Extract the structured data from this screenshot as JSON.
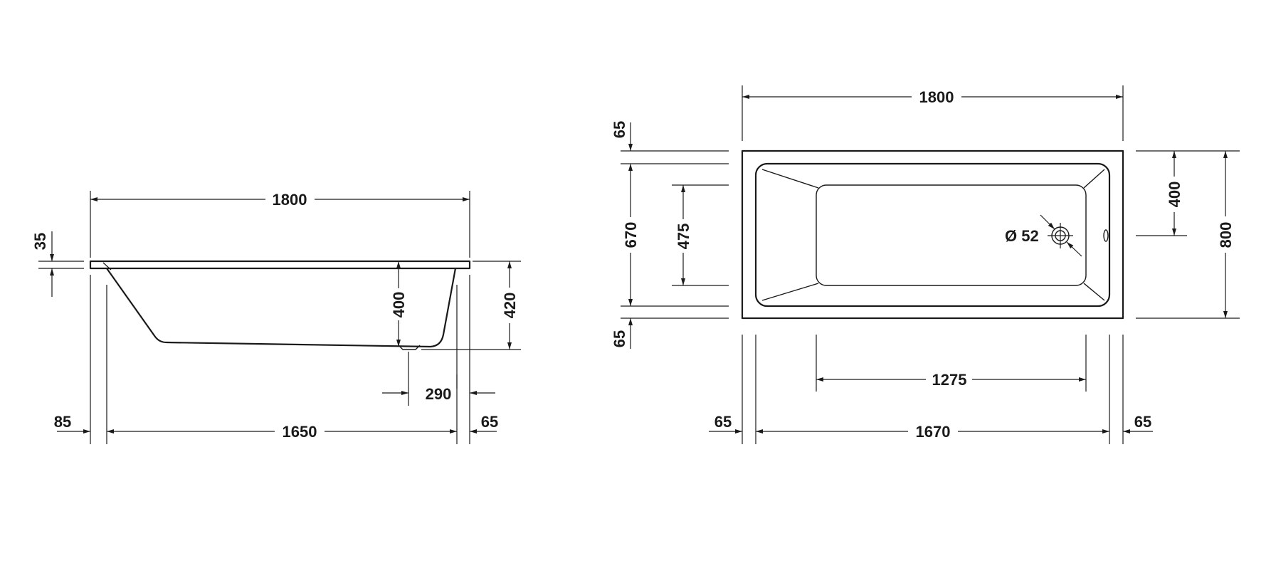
{
  "side_view": {
    "overall_length": "1800",
    "rim_thickness": "35",
    "inner_depth": "400",
    "outer_height": "420",
    "drain_offset": "290",
    "left_offset": "85",
    "base_length": "1650",
    "right_offset": "65"
  },
  "top_view": {
    "overall_length": "1800",
    "top_rim": "65",
    "inner_width": "670",
    "bottom_width": "475",
    "bottom_rim": "65",
    "drain_diameter": "Ø 52",
    "overflow_position": "400",
    "overall_width": "800",
    "bottom_length": "1275",
    "left_rim": "65",
    "inner_length": "1670",
    "right_rim": "65"
  }
}
